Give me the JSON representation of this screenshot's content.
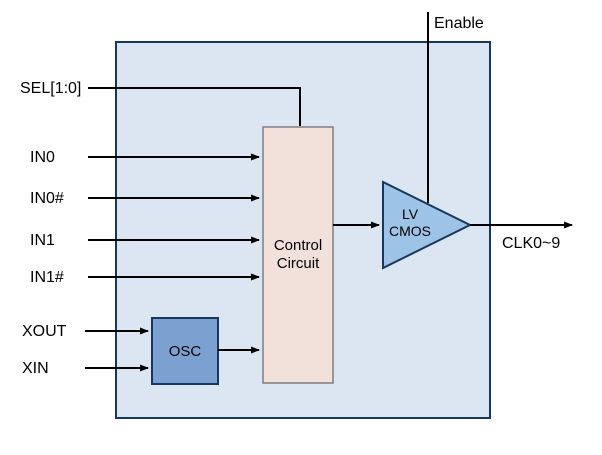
{
  "diagram": {
    "signals": {
      "enable": "Enable",
      "sel": "SEL[1:0]",
      "in0": "IN0",
      "in0_n": "IN0#",
      "in1": "IN1",
      "in1_n": "IN1#",
      "xout": "XOUT",
      "xin": "XIN",
      "clk_out": "CLK0~9"
    },
    "blocks": {
      "control_line1": "Control",
      "control_line2": "Circuit",
      "osc": "OSC",
      "buffer_line1": "LV",
      "buffer_line2": "CMOS"
    },
    "colors": {
      "outer_fill": "#dce6f2",
      "control_fill": "#f2e0da",
      "osc_fill": "#7ba1d0",
      "buffer_fill": "#9dc3e6",
      "line": "#000000"
    }
  }
}
